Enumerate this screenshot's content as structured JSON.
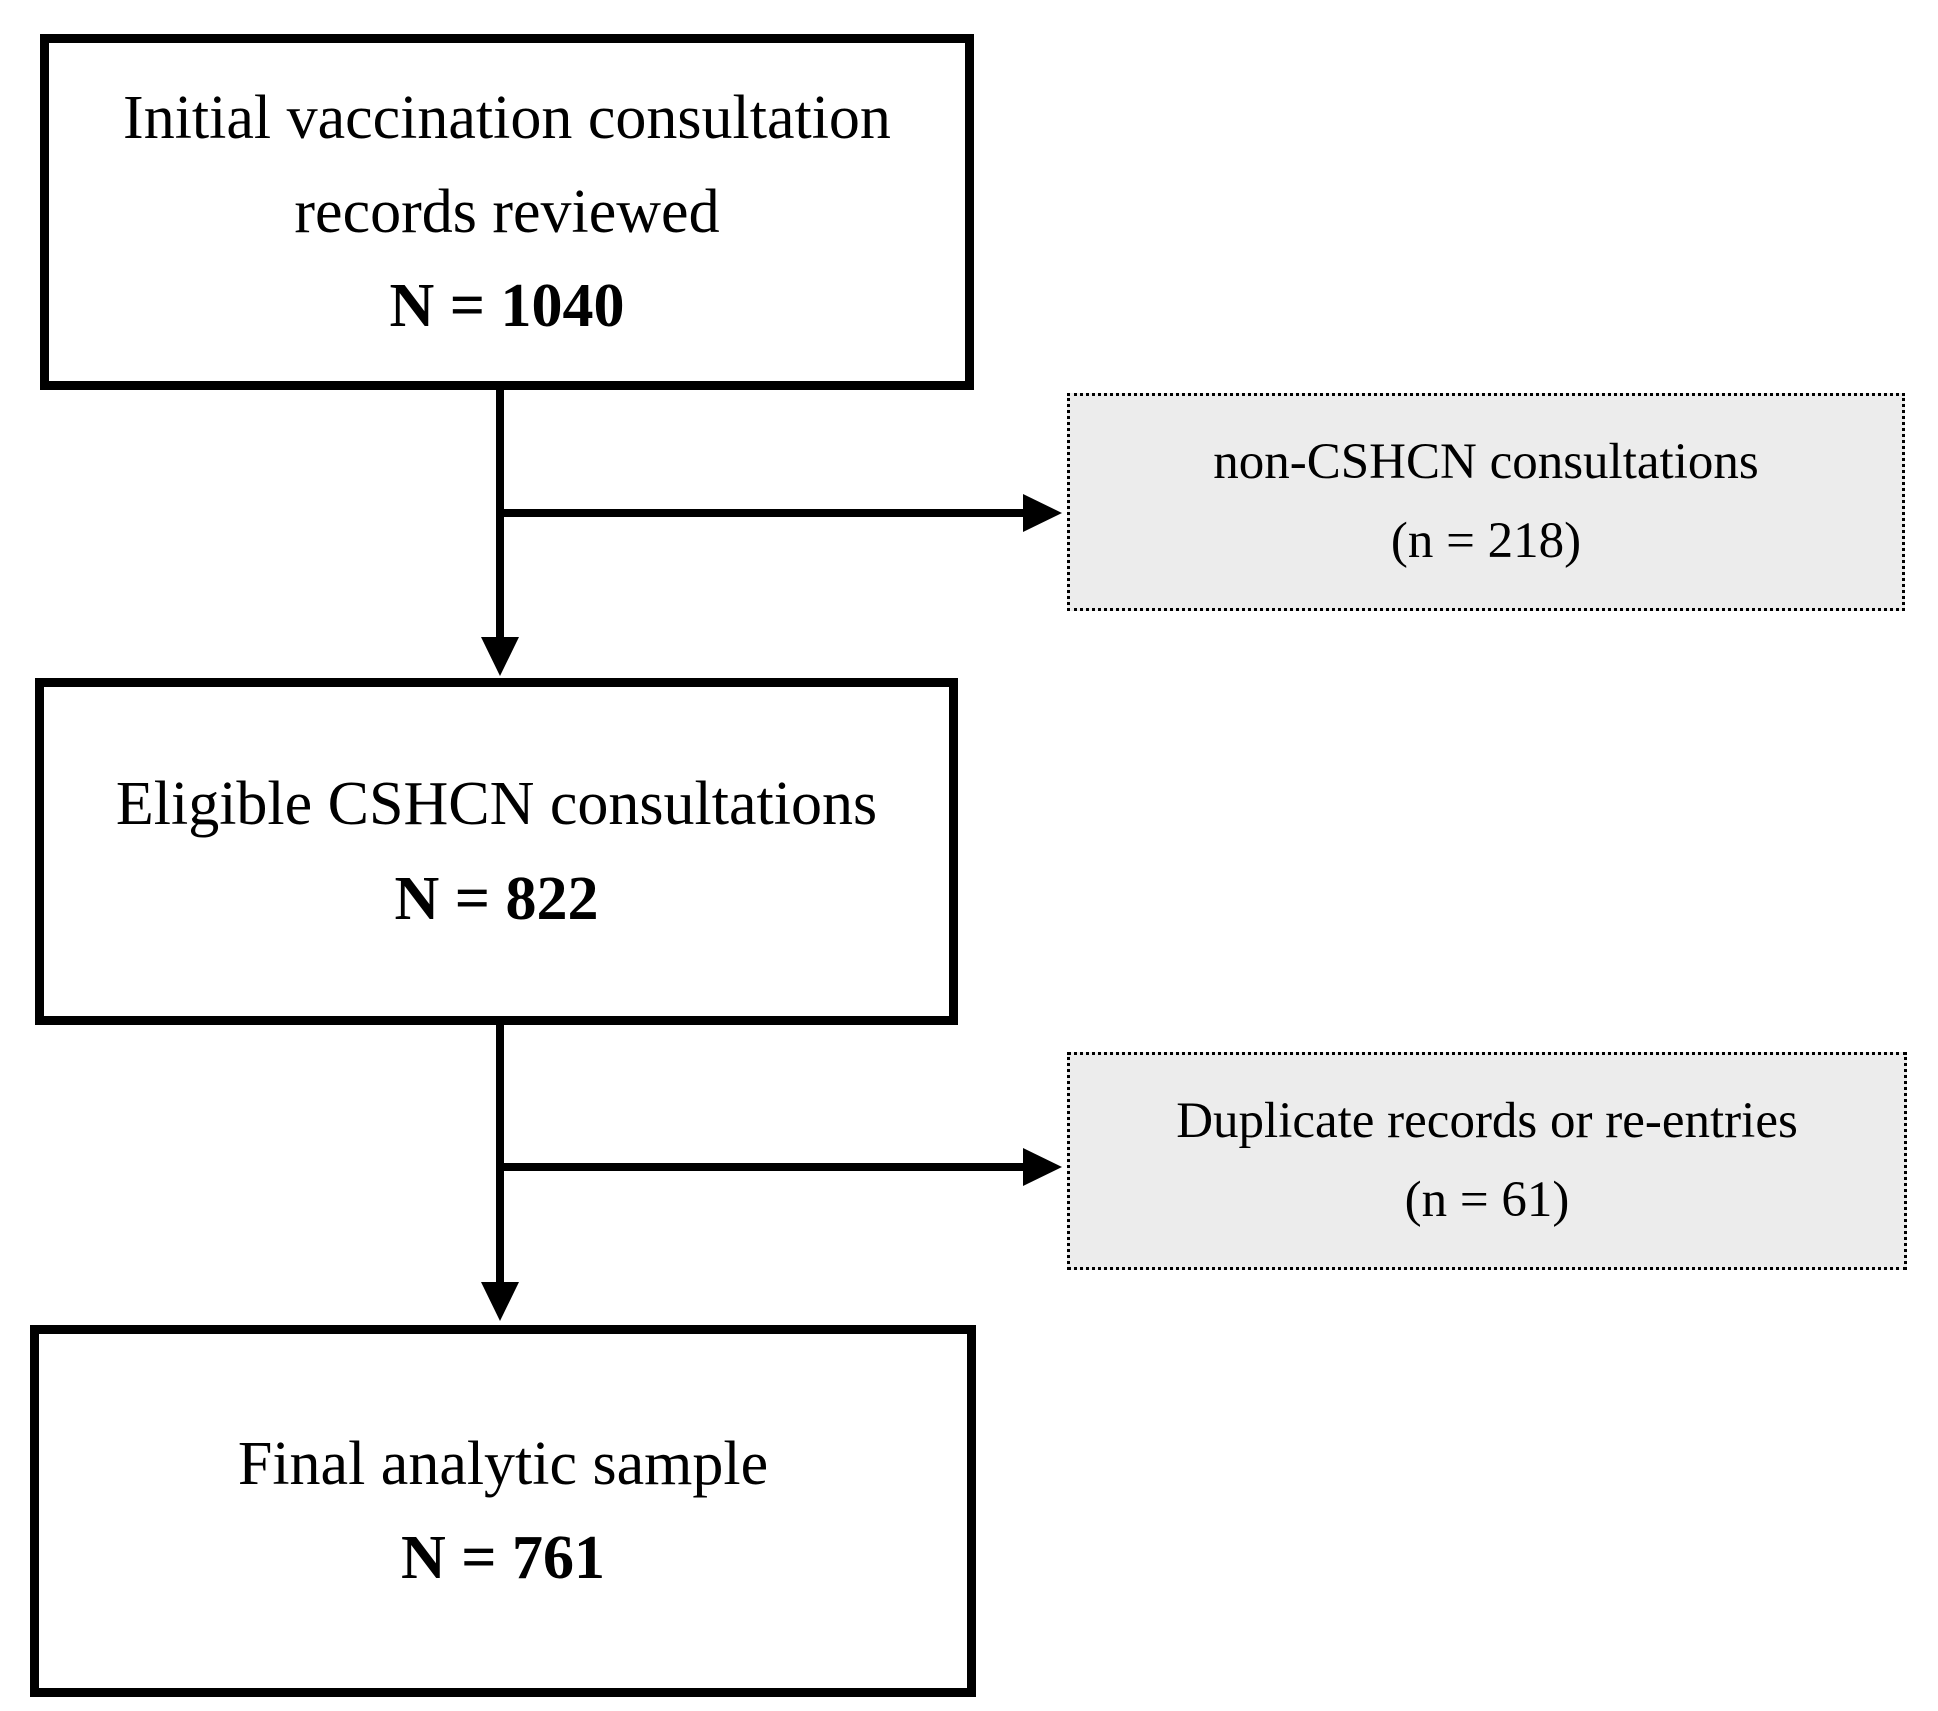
{
  "diagram": {
    "boxes": [
      {
        "lines": [
          "Initial vaccination consultation",
          "records reviewed"
        ],
        "count_label": "N = 1040"
      },
      {
        "lines": [
          "Eligible CSHCN consultations"
        ],
        "count_label": "N = 822"
      },
      {
        "lines": [
          "Final analytic sample"
        ],
        "count_label": "N = 761"
      }
    ],
    "exclusions": [
      {
        "label": "non-CSHCN consultations",
        "count_label": "(n = 218)"
      },
      {
        "label": "Duplicate records or re-entries",
        "count_label": "(n = 61)"
      }
    ],
    "colors": {
      "line": "#000000",
      "text": "#000000",
      "box_fill": "#ffffff",
      "exclusion_fill": "#ececec",
      "background": "#ffffff"
    }
  }
}
